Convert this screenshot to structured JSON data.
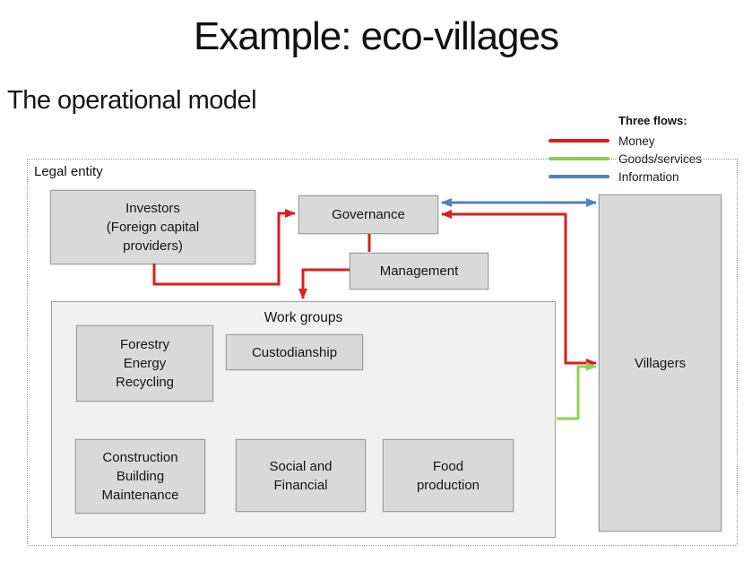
{
  "slide": {
    "title": "Example: eco-villages",
    "subtitle": "The operational model"
  },
  "legend": {
    "heading": "Three flows:",
    "items": [
      {
        "label": "Money"
      },
      {
        "label": "Goods/services"
      },
      {
        "label": "Information"
      }
    ]
  },
  "diagram": {
    "container": {
      "label": "Legal entity"
    },
    "nodes": {
      "investors": {
        "label": "Investors\n(Foreign capital\nproviders)"
      },
      "governance": {
        "label": "Governance"
      },
      "management": {
        "label": "Management"
      },
      "work_groups": {
        "label": "Work groups"
      },
      "forestry": {
        "label": "Forestry\nEnergy\nRecycling"
      },
      "custodianship": {
        "label": "Custodianship"
      },
      "construction": {
        "label": "Construction\nBuilding\nMaintenance"
      },
      "social_financial": {
        "label": "Social and\nFinancial"
      },
      "food_production": {
        "label": "Food\nproduction"
      },
      "villagers": {
        "label": "Villagers"
      }
    },
    "flows": [
      {
        "type": "money",
        "from": "Investors",
        "to": "Governance",
        "bidirectional": false
      },
      {
        "type": "money",
        "from": "Governance",
        "to": "Management",
        "bidirectional": false
      },
      {
        "type": "money",
        "from": "Management",
        "to": "Work groups",
        "bidirectional": false
      },
      {
        "type": "money",
        "from": "Governance",
        "to": "Villagers",
        "bidirectional": true
      },
      {
        "type": "information",
        "from": "Governance",
        "to": "Villagers",
        "bidirectional": true
      },
      {
        "type": "goods_services",
        "from": "Work groups",
        "to": "Villagers",
        "bidirectional": false
      }
    ]
  },
  "colors": {
    "money": "#d8201e",
    "goods_services": "#92d050",
    "information": "#4f81bd",
    "box_fill": "#d9d9d9",
    "box_border": "#9f9f9f",
    "group_fill": "#f1f1f1",
    "outline": "#999999",
    "text": "#1b1b1b"
  }
}
